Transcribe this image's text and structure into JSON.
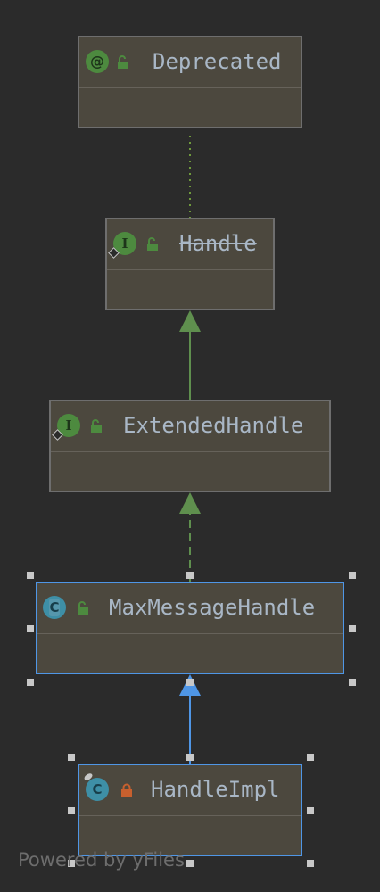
{
  "diagram": {
    "nodes": [
      {
        "id": "deprecated",
        "name": "Deprecated",
        "kind": "annotation",
        "kind_icon": "annotation-icon",
        "visibility": "public",
        "deprecated": false,
        "selected": false
      },
      {
        "id": "handle",
        "name": "Handle",
        "kind": "interface",
        "kind_icon": "interface-icon",
        "visibility": "public",
        "deprecated": true,
        "selected": false
      },
      {
        "id": "extended-handle",
        "name": "ExtendedHandle",
        "kind": "interface",
        "kind_icon": "interface-icon",
        "visibility": "public",
        "deprecated": false,
        "selected": false
      },
      {
        "id": "max-message-handle",
        "name": "MaxMessageHandle",
        "kind": "abstract-class",
        "kind_icon": "abstract-class-icon",
        "visibility": "public",
        "deprecated": false,
        "selected": true
      },
      {
        "id": "handle-impl",
        "name": "HandleImpl",
        "kind": "class",
        "kind_icon": "class-icon",
        "visibility": "private",
        "deprecated": false,
        "selected": true
      }
    ],
    "edges": [
      {
        "from": "handle",
        "to": "deprecated",
        "type": "annotated-by",
        "style": "dotted"
      },
      {
        "from": "extended-handle",
        "to": "handle",
        "type": "extends",
        "style": "solid"
      },
      {
        "from": "max-message-handle",
        "to": "extended-handle",
        "type": "implements",
        "style": "dashed"
      },
      {
        "from": "handle-impl",
        "to": "max-message-handle",
        "type": "extends",
        "style": "solid-selected"
      }
    ],
    "colors": {
      "background": "#2b2b2b",
      "node_fill": "#4c483e",
      "node_border": "#6e6e6e",
      "selected_border": "#4f96e6",
      "edge_green": "#5f8f4e",
      "edge_selected": "#4f96e6",
      "public_lock": "#4d8a3f",
      "private_lock": "#c8602e"
    },
    "icon_glyphs": {
      "annotation": "@",
      "interface": "I",
      "class": "C"
    }
  },
  "watermark": "Powered by yFiles"
}
